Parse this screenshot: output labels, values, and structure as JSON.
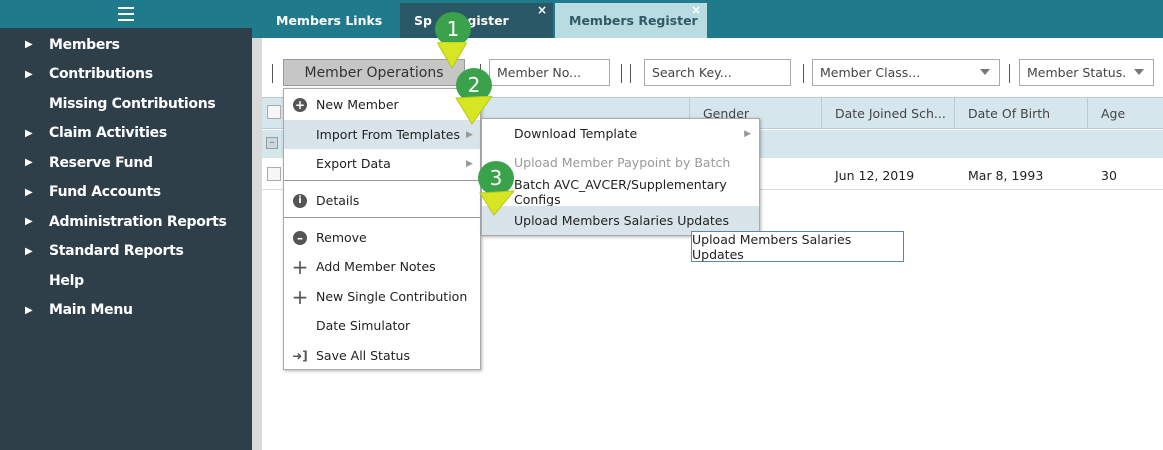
{
  "sidebar": {
    "items": [
      {
        "label": "Members",
        "has_caret": true
      },
      {
        "label": "Contributions",
        "has_caret": true
      },
      {
        "label": "Missing Contributions",
        "has_caret": false
      },
      {
        "label": "Claim Activities",
        "has_caret": true
      },
      {
        "label": "Reserve Fund",
        "has_caret": true
      },
      {
        "label": "Fund Accounts",
        "has_caret": true
      },
      {
        "label": "Administration Reports",
        "has_caret": true
      },
      {
        "label": "Standard Reports",
        "has_caret": true
      },
      {
        "label": "Help",
        "has_caret": false
      },
      {
        "label": "Main Menu",
        "has_caret": true
      }
    ]
  },
  "tabs": [
    {
      "label": "Members Links"
    },
    {
      "label": "Sp    r Register",
      "close": "×"
    },
    {
      "label": "Members Register",
      "close": "×"
    }
  ],
  "toolbar": {
    "member_operations": "Member Operations",
    "member_no_placeholder": "Member No...",
    "search_key_placeholder": "Search Key...",
    "member_class_placeholder": "Member Class...",
    "member_status_placeholder": "Member Status."
  },
  "grid": {
    "columns": [
      "Gender",
      "Date Joined Sch...",
      "Date Of Birth",
      "Age"
    ],
    "row": {
      "date_joined": "Jun 12, 2019",
      "date_of_birth": "Mar 8, 1993",
      "age": "30"
    }
  },
  "menu": {
    "items": [
      {
        "label": "New Member",
        "icon": "plus-circle-icon"
      },
      {
        "label": "Import From Templates",
        "submenu": true
      },
      {
        "label": "Export Data",
        "submenu": true
      },
      {
        "label": "Details",
        "icon": "info-circle-icon"
      },
      {
        "label": "Remove",
        "icon": "minus-circle-icon"
      },
      {
        "label": "Add Member Notes",
        "icon": "plus-icon"
      },
      {
        "label": "New Single Contribution",
        "icon": "plus-icon"
      },
      {
        "label": "Date Simulator"
      },
      {
        "label": "Save All Status",
        "icon": "save-status-icon"
      }
    ]
  },
  "submenu": {
    "items": [
      {
        "label": "Download Template",
        "submenu": true
      },
      {
        "label": "Upload Member Paypoint by Batch",
        "disabled": true
      },
      {
        "label": "Batch AVC_AVCER/Supplementary Configs"
      },
      {
        "label": "Upload Members Salaries Updates",
        "highlighted": true
      }
    ]
  },
  "tooltip": "Upload Members Salaries Updates",
  "steps": [
    "1",
    "2",
    "3"
  ],
  "colors": {
    "sidebar_bg": "#2f3f4a",
    "accent_teal": "#1f7a8c",
    "active_tab": "#b9dbe2",
    "header_bg": "#d5e6ec",
    "badge_green": "#3aa24a",
    "arrow_yellow": "#d6e622"
  }
}
